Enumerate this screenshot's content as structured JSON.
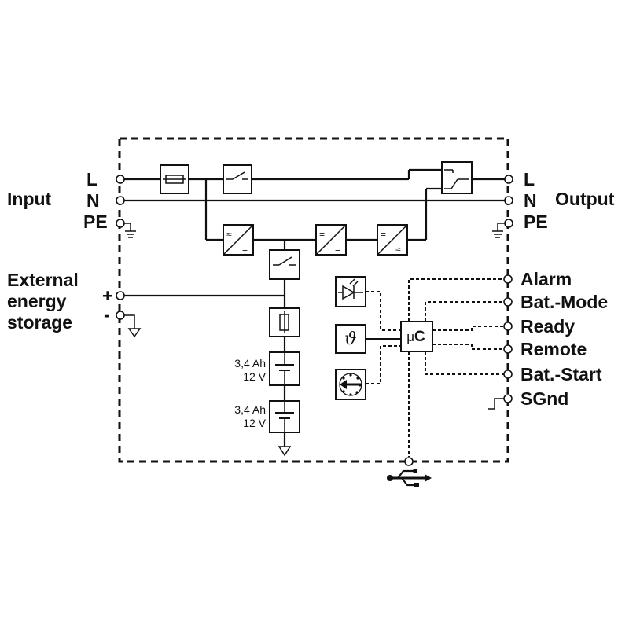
{
  "input": {
    "side_label": "Input",
    "terminals": {
      "l": "L",
      "n": "N",
      "pe": "PE"
    }
  },
  "output": {
    "side_label": "Output",
    "terminals": {
      "l": "L",
      "n": "N",
      "pe": "PE"
    }
  },
  "storage": {
    "label_lines": [
      "External",
      "energy",
      "storage"
    ],
    "plus": "+",
    "minus": "-"
  },
  "batteries": [
    {
      "capacity": "3,4 Ah",
      "voltage": "12 V"
    },
    {
      "capacity": "3,4 Ah",
      "voltage": "12 V"
    }
  ],
  "controller": {
    "mu": "μ",
    "c": "C"
  },
  "temperature_symbol": "ϑ",
  "signals": [
    "Alarm",
    "Bat.-Mode",
    "Ready",
    "Remote",
    "Bat.-Start",
    "SGnd"
  ],
  "icons": [
    "fuse-icon",
    "switch-icon",
    "changeover-switch-icon",
    "ac-dc-converter-icon",
    "dc-dc-converter-icon",
    "dc-ac-inverter-icon",
    "battery-icon",
    "led-icon",
    "thermometer-icon",
    "rotary-switch-icon",
    "ground-icon",
    "usb-icon"
  ]
}
